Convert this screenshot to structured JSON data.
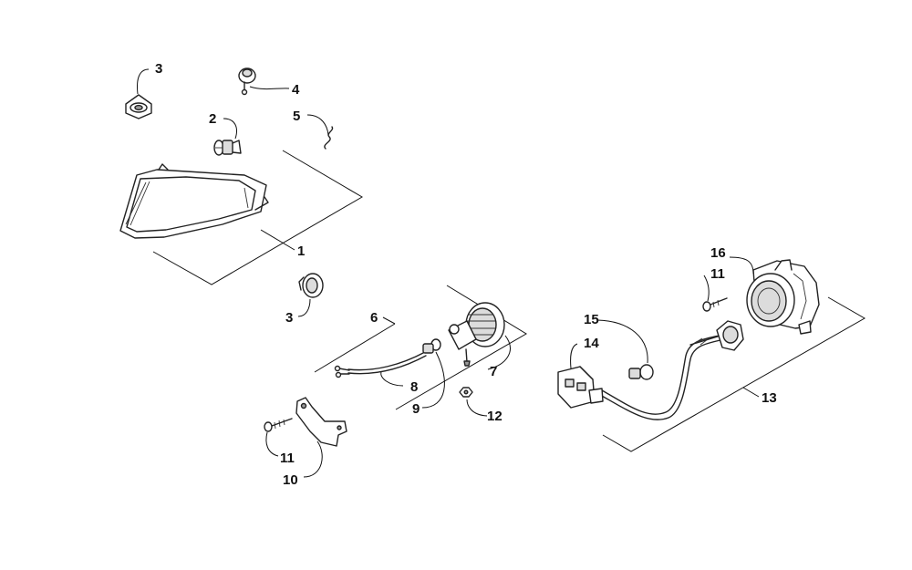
{
  "callouts": {
    "c1": "1",
    "c2": "2",
    "c3a": "3",
    "c3b": "3",
    "c4": "4",
    "c5": "5",
    "c6": "6",
    "c7": "7",
    "c8": "8",
    "c9": "9",
    "c10": "10",
    "c11a": "11",
    "c11b": "11",
    "c12": "12",
    "c13": "13",
    "c14": "14",
    "c15": "15",
    "c16": "16"
  }
}
